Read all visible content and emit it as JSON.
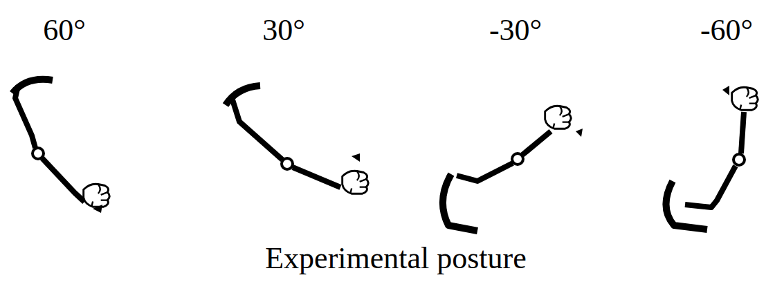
{
  "diagram": {
    "caption": "Experimental posture",
    "labels": [
      "60°",
      "30°",
      "-30°",
      "-60°"
    ]
  }
}
